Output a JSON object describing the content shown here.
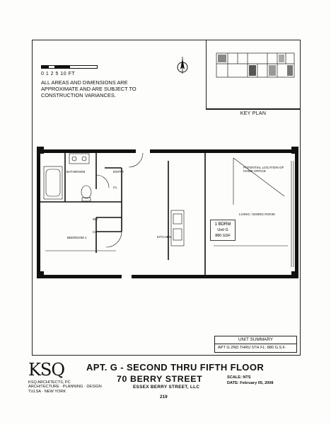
{
  "scale_numbers": "0 1 2     5        10 FT",
  "note": "ALL AREAS AND DIMENSIONS ARE APPROXIMATE AND ARE SUBJECT TO CONSTRUCTION VARIANCES.",
  "key_plan_label": "KEY PLAN",
  "rooms": {
    "bathroom": "BATHROOM",
    "entry": "ENTRY",
    "bedroom": "BEDROOM 1",
    "kitchen": "KITCHEN",
    "living": "LIVING / DINING ROOM",
    "office": "POTENTIAL LOCATION OF HOME OFFICE"
  },
  "closets": {
    "wc": "WC",
    "cl1": "CL",
    "cl2": "CL"
  },
  "unit_tag": {
    "line1": "1 BDRM",
    "line2": "Unit G",
    "line3": "880 GSF"
  },
  "unit_summary": {
    "heading": "UNIT SUMMARY",
    "row": "APT G 2ND THRU 5TH FL: 880 G.S.F."
  },
  "firm": {
    "logo": "KSQ",
    "name": "KSQ ARCHITECTS, PC",
    "practice": "ARCHITECTURE · PLANNING · DESIGN",
    "offices": "TULSA · NEW YORK"
  },
  "title": "APT. G - SECOND THRU FIFTH FLOOR",
  "subtitle": "70 BERRY STREET",
  "owner": "ESSEX BERRY STREET, LLC",
  "scale_label": "SCALE:",
  "scale_value": "NTS",
  "date_label": "DATE:",
  "date_value": "February 05, 2008",
  "page_number": "219"
}
